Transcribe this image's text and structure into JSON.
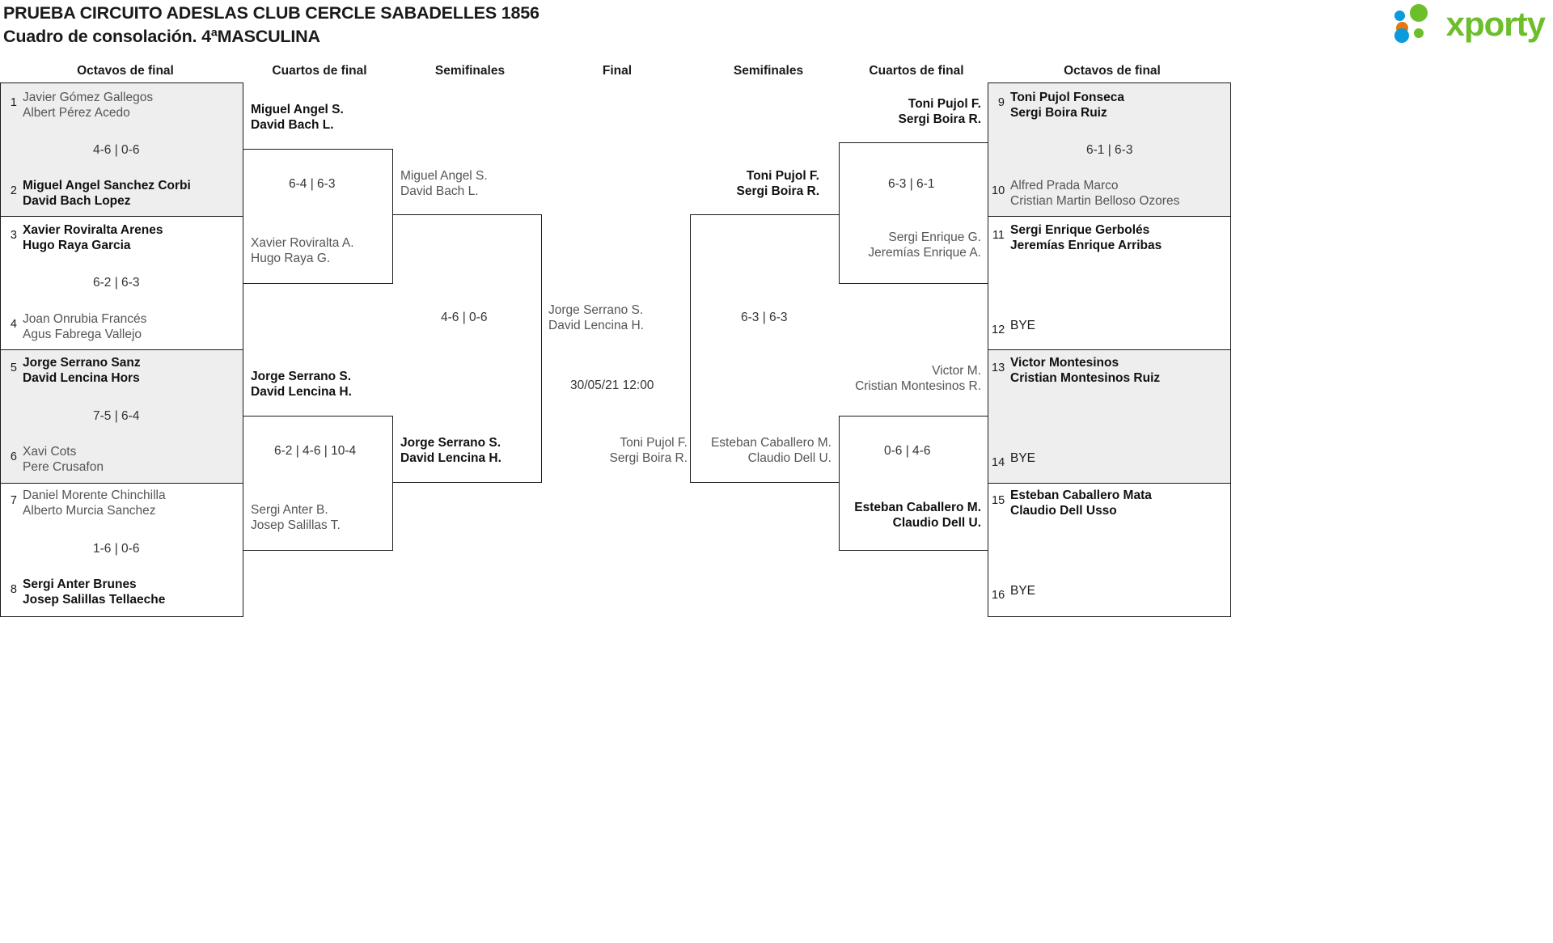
{
  "header": {
    "title_line1": "PRUEBA CIRCUITO ADESLAS CLUB CERCLE SABADELLES 1856",
    "title_line2": "Cuadro de consolación. 4ªMASCULINA",
    "logo_text": "xporty",
    "logo_colors": {
      "green": "#6cbe2a",
      "blue": "#0a9bdd",
      "orange": "#e8780c"
    }
  },
  "round_labels": {
    "octavos_left": "Octavos de final",
    "cuartos_left": "Cuartos de final",
    "semis_left": "Semifinales",
    "final": "Final",
    "semis_right": "Semifinales",
    "cuartos_right": "Cuartos de final",
    "octavos_right": "Octavos de final"
  },
  "left_octavos": [
    {
      "seed": "1",
      "p1": "Javier Gómez Gallegos",
      "p2": "Albert Pérez Acedo",
      "status": "loser"
    },
    {
      "seed": "2",
      "p1": "Miguel Angel Sanchez Corbi",
      "p2": "David Bach Lopez",
      "status": "winner"
    },
    {
      "seed": "3",
      "p1": "Xavier Roviralta Arenes",
      "p2": "Hugo Raya Garcia",
      "status": "winner"
    },
    {
      "seed": "4",
      "p1": "Joan Onrubia Francés",
      "p2": "Agus Fabrega Vallejo",
      "status": "loser"
    },
    {
      "seed": "5",
      "p1": "Jorge Serrano Sanz",
      "p2": "David Lencina Hors",
      "status": "winner"
    },
    {
      "seed": "6",
      "p1": "Xavi Cots",
      "p2": "Pere Crusafon",
      "status": "loser"
    },
    {
      "seed": "7",
      "p1": "Daniel Morente Chinchilla",
      "p2": "Alberto Murcia Sanchez",
      "status": "loser"
    },
    {
      "seed": "8",
      "p1": "Sergi Anter Brunes",
      "p2": "Josep Salillas Tellaeche",
      "status": "winner"
    }
  ],
  "left_octavos_scores": [
    "4-6 | 0-6",
    "6-2 | 6-3",
    "7-5 | 6-4",
    "1-6 | 0-6"
  ],
  "right_octavos": [
    {
      "seed": "9",
      "p1": "Toni Pujol Fonseca",
      "p2": "Sergi Boira Ruiz",
      "status": "winner"
    },
    {
      "seed": "10",
      "p1": "Alfred Prada Marco",
      "p2": "Cristian Martin Belloso Ozores",
      "status": "loser"
    },
    {
      "seed": "11",
      "p1": "Sergi Enrique Gerbolés",
      "p2": "Jeremías Enrique Arribas",
      "status": "winner"
    },
    {
      "seed": "12",
      "p1": "BYE",
      "p2": "",
      "status": "bye"
    },
    {
      "seed": "13",
      "p1": "Victor Montesinos",
      "p2": "Cristian Montesinos Ruiz",
      "status": "winner"
    },
    {
      "seed": "14",
      "p1": "BYE",
      "p2": "",
      "status": "bye"
    },
    {
      "seed": "15",
      "p1": "Esteban Caballero Mata",
      "p2": "Claudio Dell Usso",
      "status": "winner"
    },
    {
      "seed": "16",
      "p1": "BYE",
      "p2": "",
      "status": "bye"
    }
  ],
  "right_octavos_scores": [
    "6-1 | 6-3",
    "",
    "",
    ""
  ],
  "left_cuartos": [
    {
      "p1": "Miguel Angel S.",
      "p2": "David Bach L.",
      "status": "winner"
    },
    {
      "p1": "Xavier Roviralta A.",
      "p2": "Hugo Raya G.",
      "status": "loser"
    },
    {
      "p1": "Jorge Serrano S.",
      "p2": "David Lencina H.",
      "status": "winner"
    },
    {
      "p1": "Sergi Anter B.",
      "p2": "Josep Salillas T.",
      "status": "loser"
    }
  ],
  "left_cuartos_scores": [
    "6-4 | 6-3",
    "6-2 | 4-6 | 10-4"
  ],
  "right_cuartos": [
    {
      "p1": "Toni Pujol F.",
      "p2": "Sergi Boira R.",
      "status": "winner"
    },
    {
      "p1": "Sergi Enrique G.",
      "p2": "Jeremías Enrique A.",
      "status": "loser"
    },
    {
      "p1": "Victor M.",
      "p2": "Cristian Montesinos R.",
      "status": "loser"
    },
    {
      "p1": "Esteban Caballero M.",
      "p2": "Claudio Dell U.",
      "status": "winner"
    }
  ],
  "right_cuartos_scores": [
    "6-3 | 6-1",
    "0-6 | 4-6"
  ],
  "left_semis": [
    {
      "p1": "Miguel Angel S.",
      "p2": "David Bach L.",
      "status": "loser"
    },
    {
      "p1": "Jorge Serrano S.",
      "p2": "David Lencina H.",
      "status": "winner"
    }
  ],
  "left_semis_score": "4-6 | 0-6",
  "right_semis": [
    {
      "p1": "Toni Pujol F.",
      "p2": "Sergi Boira R.",
      "status": "winner"
    },
    {
      "p1": "Esteban Caballero M.",
      "p2": "Claudio Dell U.",
      "status": "loser"
    }
  ],
  "right_semis_score": "6-3 | 6-3",
  "final": {
    "top": {
      "p1": "Jorge Serrano S.",
      "p2": "David Lencina H.",
      "status": "loser"
    },
    "bottom": {
      "p1": "Toni Pujol F.",
      "p2": "Sergi Boira R.",
      "status": "loser"
    },
    "datetime": "30/05/21 12:00"
  }
}
